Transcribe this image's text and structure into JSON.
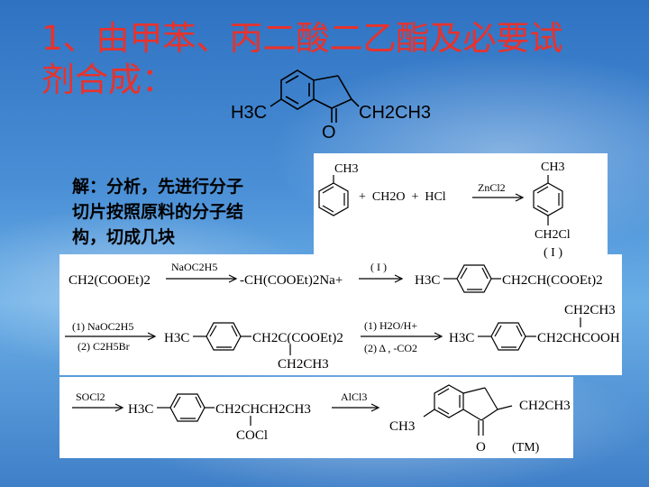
{
  "slide": {
    "title_lines": [
      "1、由甲苯、丙二酸二乙酯及必要试",
      "剂合成："
    ],
    "explanation_lines": [
      "解：分析，先进行分子",
      "切片按照原料的分子结",
      "构，切成几块"
    ]
  },
  "target": {
    "methyl": "H3C",
    "carbonyl": "O",
    "ethyl": "CH2CH3"
  },
  "step1": {
    "toluene_methyl": "CH3",
    "reagents": "+  CH2O  +  HCl",
    "catalyst": "ZnCl2",
    "product_methyl": "CH3",
    "product_chloromethyl": "CH2Cl",
    "product_label": "( I )"
  },
  "step2": {
    "start": "CH2(COOEt)2",
    "reagent": "NaOC2H5",
    "anion": "-CH(COOEt)2Na+",
    "reagent2": "( I )",
    "product_left": "H3C",
    "product_right": "CH2CH(COOEt)2"
  },
  "step3": {
    "reagent_a": "(1) NaOC2H5",
    "reagent_b": "(2) C2H5Br",
    "product_left": "H3C",
    "product_right": "CH2C(COOEt)2",
    "product_branch": "CH2CH3",
    "reagent_c": "(1) H2O/H+",
    "reagent_d": "(2) Δ , -CO2",
    "acid_left": "H3C",
    "acid_top": "CH2CH3",
    "acid_right": "CH2CHCOOH"
  },
  "step4": {
    "reagent_a": "SOCl2",
    "chloride_left": "H3C",
    "chloride_right": "CH2CHCH2CH3",
    "chloride_branch": "COCl",
    "reagent_b": "AlCl3",
    "final_ethyl": "CH2CH3",
    "final_methyl": "CH3",
    "final_carbonyl": "O",
    "final_label": "(TM)"
  },
  "colors": {
    "title": "#e8322c",
    "white_panel": "#ffffff",
    "background": "#4a8fd6"
  }
}
